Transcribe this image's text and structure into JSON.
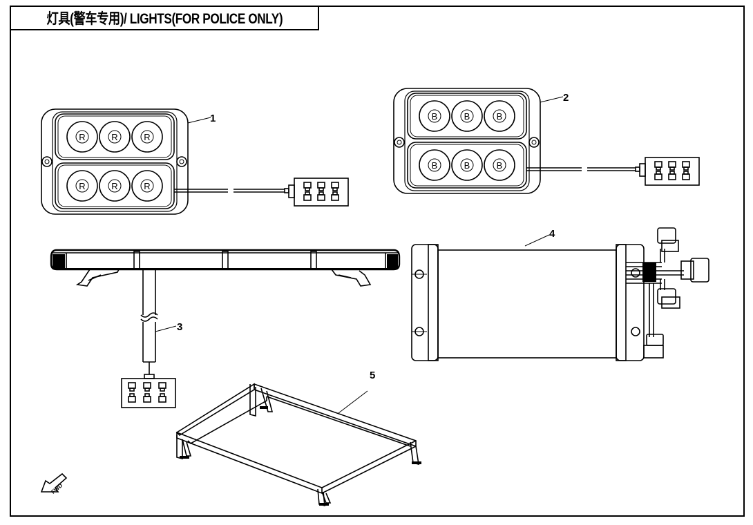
{
  "title": "灯具(警车专用)/ LIGHTS(FOR POLICE ONLY)",
  "callouts": [
    "1",
    "2",
    "3",
    "4",
    "5"
  ],
  "lamp_letters": {
    "red": "R",
    "blue": "B"
  },
  "direction_marker": "FWD"
}
